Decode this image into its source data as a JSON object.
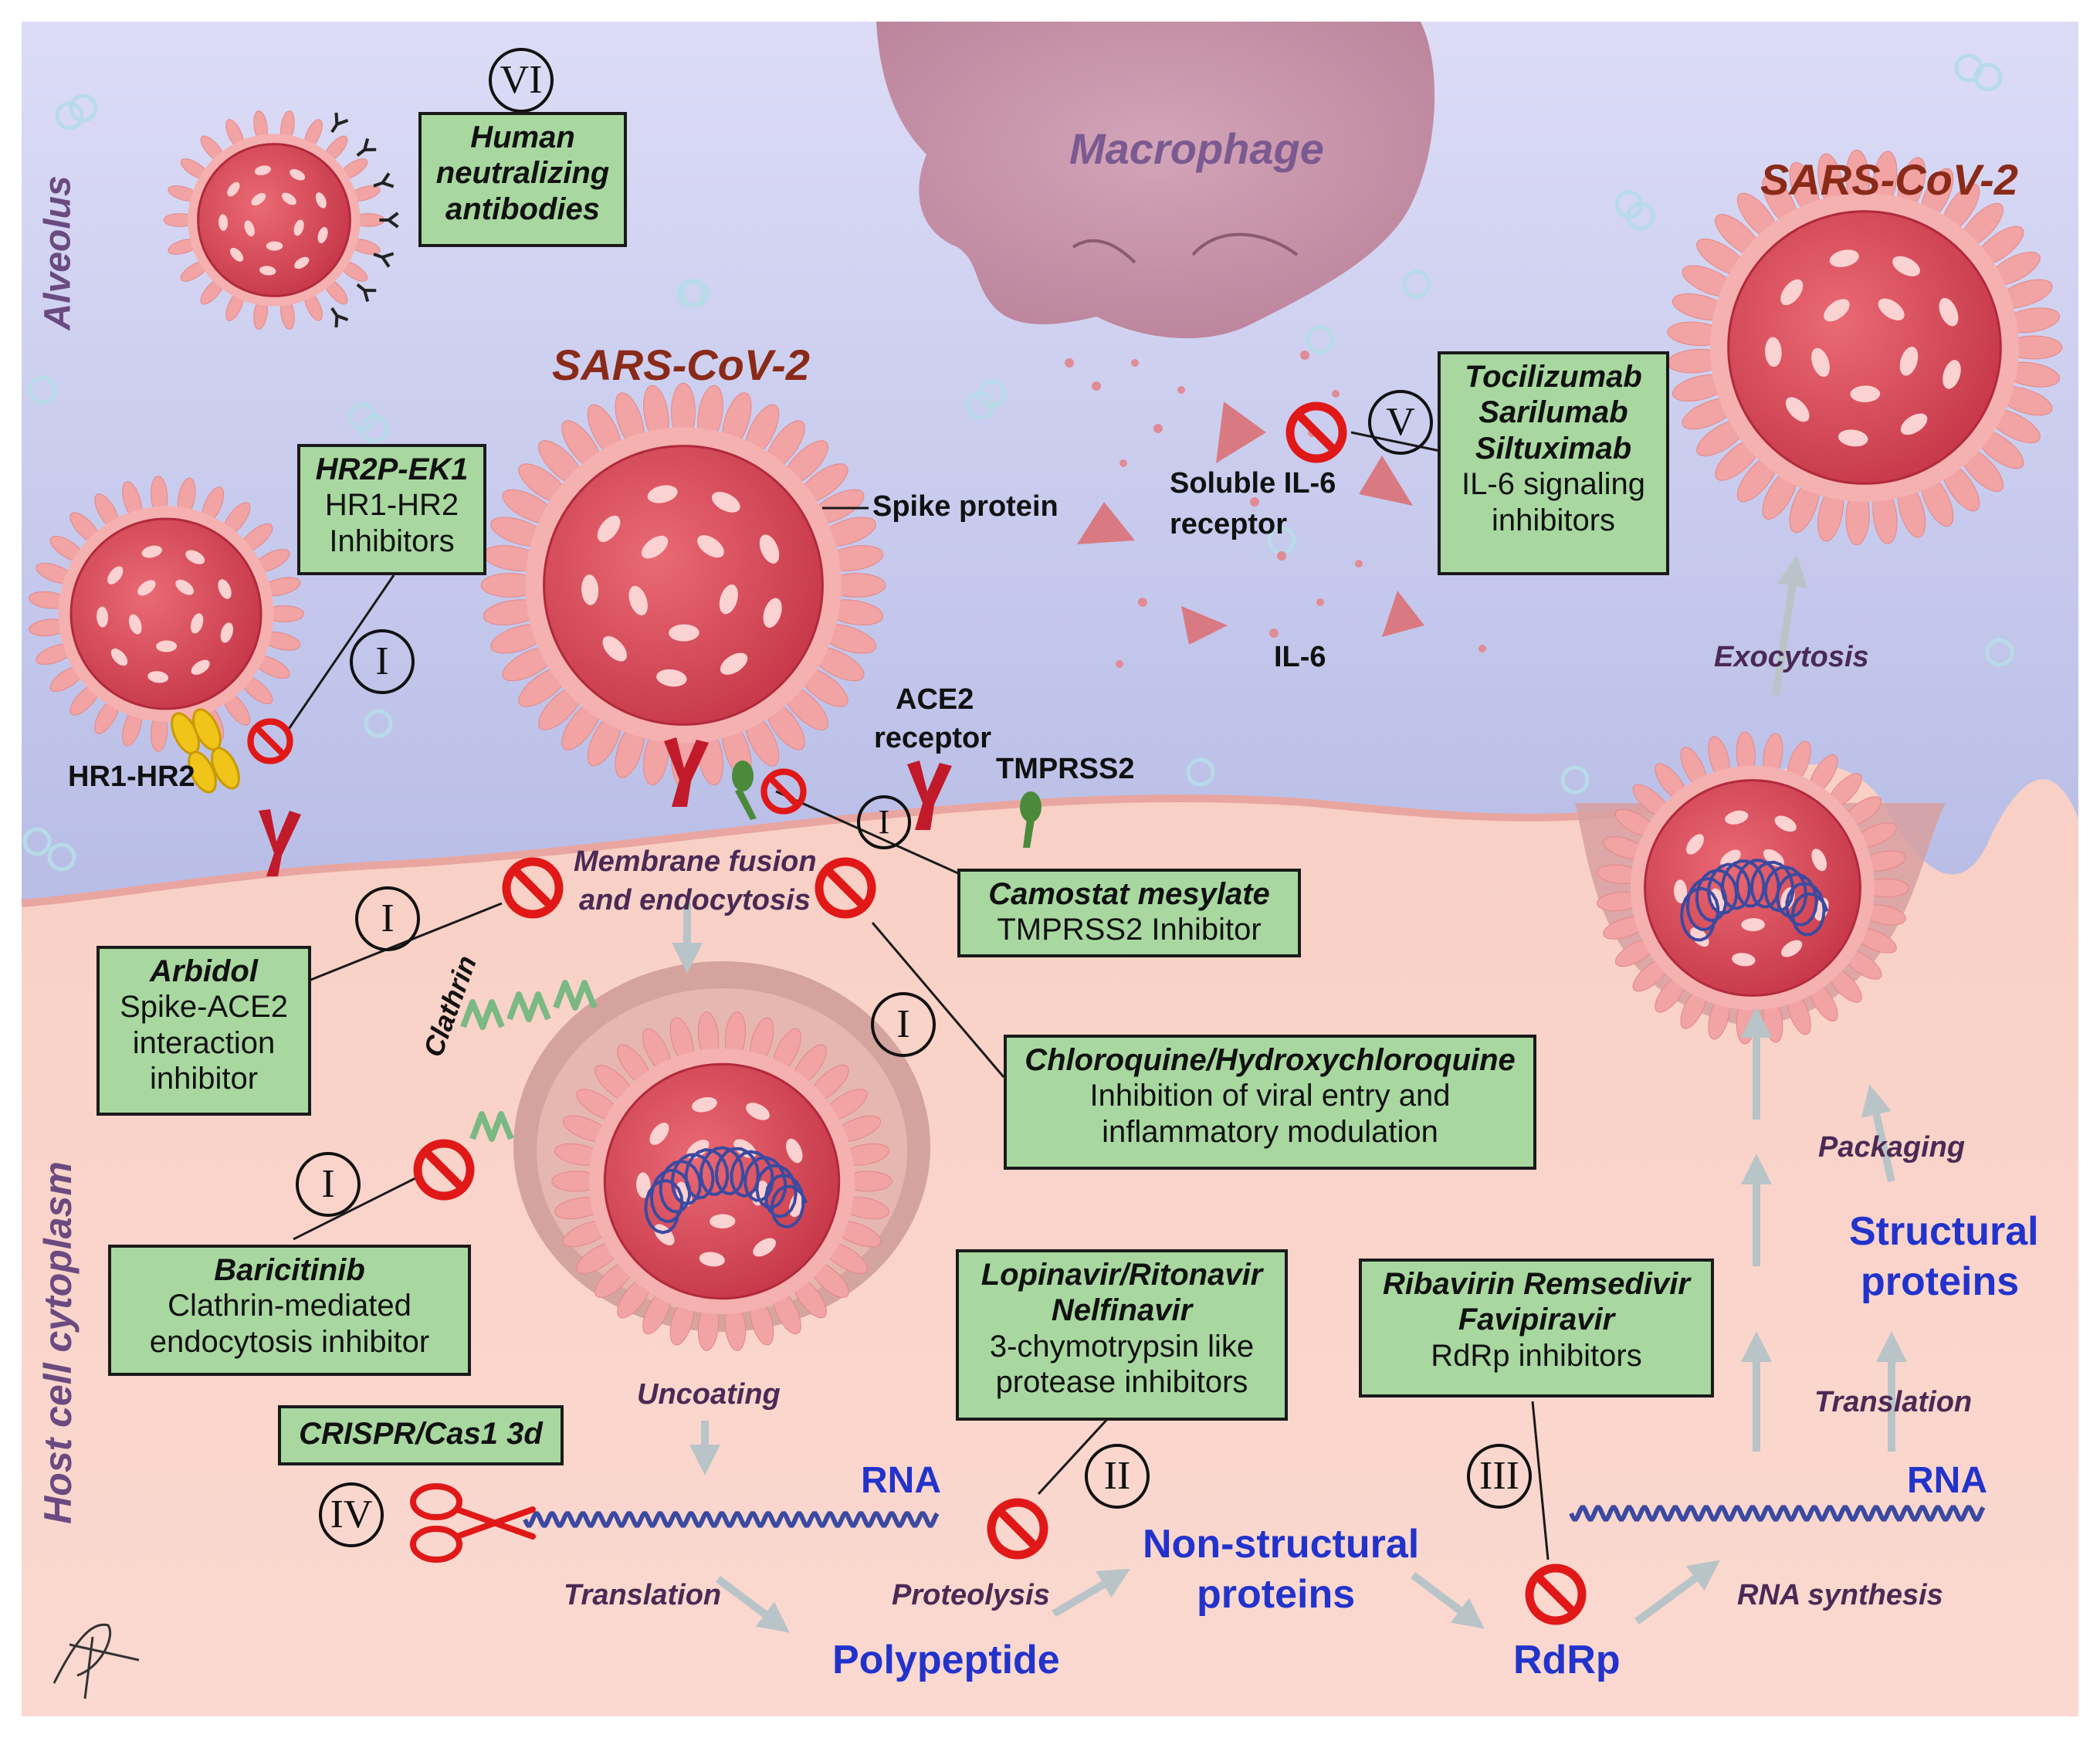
{
  "regions": {
    "alveolus": "Alveolus",
    "cytoplasm": "Host cell cytoplasm",
    "macrophage": "Macrophage"
  },
  "viruses": {
    "top_center": "SARS-CoV-2",
    "top_right": "SARS-CoV-2"
  },
  "labels": {
    "spike_protein": "Spike protein",
    "hr1_hr2": "HR1-HR2",
    "ace2_receptor_1": "ACE2",
    "ace2_receptor_2": "receptor",
    "tmprss2": "TMPRSS2",
    "soluble_il6_1": "Soluble IL-6",
    "soluble_il6_2": "receptor",
    "il6": "IL-6",
    "membrane_fusion_1": "Membrane fusion",
    "membrane_fusion_2": "and endocytosis",
    "clathrin": "Clathrin",
    "exocytosis": "Exocytosis",
    "packaging": "Packaging",
    "uncoating": "Uncoating",
    "translation_left": "Translation",
    "proteolysis": "Proteolysis",
    "translation_right": "Translation",
    "rna_synthesis": "RNA synthesis",
    "rna_left": "RNA",
    "rna_right": "RNA",
    "polypeptide": "Polypeptide",
    "nonstructural_1": "Non-structural",
    "nonstructural_2": "proteins",
    "rdrp": "RdRp",
    "structural_1": "Structural",
    "structural_2": "proteins"
  },
  "roman_markers": {
    "vi": "VI",
    "v": "V",
    "i_hr": "I",
    "i_camostat": "I",
    "i_arbidol": "I",
    "i_chloroquine": "I",
    "i_baricitinib": "I",
    "ii": "II",
    "iii": "III",
    "iv": "IV"
  },
  "drug_boxes": {
    "antibodies": {
      "line1": "Human",
      "line2": "neutralizing",
      "line3": "antibodies"
    },
    "hr2p": {
      "name": "HR2P-EK1",
      "line2": "HR1-HR2",
      "line3": "Inhibitors"
    },
    "il6": {
      "name1": "Tocilizumab",
      "name2": "Sarilumab",
      "name3": "Siltuximab",
      "line4": "IL-6 signaling",
      "line5": "inhibitors"
    },
    "camostat": {
      "name": "Camostat mesylate",
      "line2": "TMPRSS2 Inhibitor"
    },
    "arbidol": {
      "name": "Arbidol",
      "line2": "Spike-ACE2",
      "line3": "interaction",
      "line4": "inhibitor"
    },
    "chloroquine": {
      "name": "Chloroquine/Hydroxychloroquine",
      "line2": "Inhibition of viral entry and",
      "line3": "inflammatory modulation"
    },
    "baricitinib": {
      "name": "Baricitinib",
      "line2": "Clathrin-mediated",
      "line3": "endocytosis inhibitor"
    },
    "crispr": {
      "name": "CRISPR/Cas1 3d"
    },
    "lopinavir": {
      "name1": "Lopinavir/Ritonavir",
      "name2": "Nelfinavir",
      "line3": "3-chymotrypsin like",
      "line4": "protease inhibitors"
    },
    "ribavirin": {
      "name1": "Ribavirin Remsedivir",
      "name2": "Favipiravir",
      "line3": "RdRp inhibitors"
    }
  },
  "colors": {
    "alveolus_bg": "#d4d6f4",
    "cytoplasm_bg": "#f8cfc4",
    "virus_core": "#d8485a",
    "virus_spike": "#f2a0a0",
    "drug_box": "#a8d8a0",
    "inhibit_red": "#e01818",
    "flow_arrow": "#b8c4c8",
    "blue_text": "#2233cc",
    "virus_title": "#8a2a18"
  }
}
